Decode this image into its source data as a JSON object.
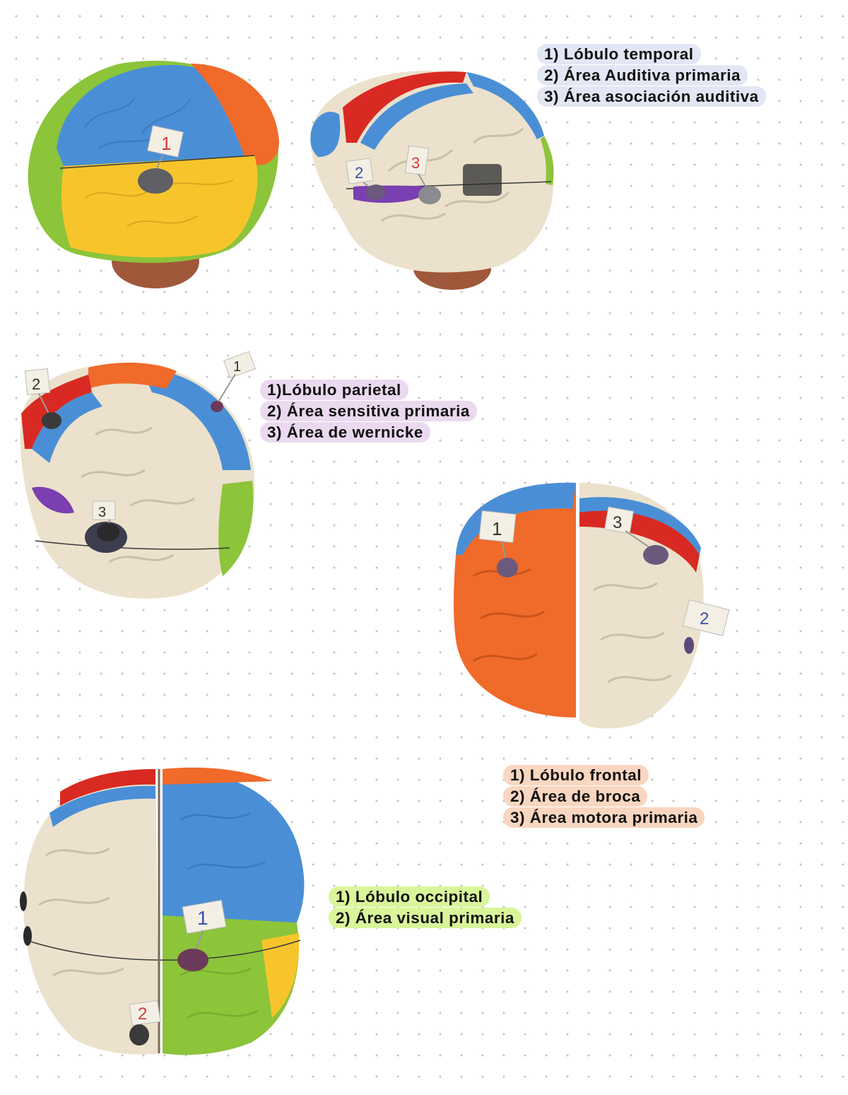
{
  "photos": [
    {
      "name": "brain-lateral-colored",
      "pins": [
        "1"
      ]
    },
    {
      "name": "brain-lateral-white",
      "pins": [
        "2",
        "3"
      ]
    },
    {
      "name": "brain-oblique-parietal",
      "pins": [
        "1",
        "2",
        "3"
      ]
    },
    {
      "name": "brain-frontal-view",
      "pins": [
        "1",
        "2",
        "3"
      ]
    },
    {
      "name": "brain-posterior-view",
      "pins": [
        "1",
        "2"
      ]
    }
  ],
  "temporal": {
    "items": [
      "1) Lóbulo temporal",
      "2) Área Auditiva primaria",
      "3) Área asociación auditiva"
    ],
    "highlight_color": "#e3e6f4"
  },
  "parietal": {
    "items": [
      "1)Lóbulo parietal",
      "2) Área sensitiva primaria",
      "3) Área de wernicke"
    ],
    "highlight_color": "#ead9ef"
  },
  "frontal": {
    "items": [
      "1) Lóbulo frontal",
      "2) Área de broca",
      "3) Área motora primaria"
    ],
    "highlight_color": "#f9d6bf"
  },
  "occipital": {
    "items": [
      "1) Lóbulo occipital",
      "2) Área visual primaria"
    ],
    "highlight_color": "#d9f59a"
  },
  "colors": {
    "frontal_lobe": "#f06a2a",
    "parietal_lobe": "#4a8fd6",
    "temporal_lobe": "#f7c52b",
    "occipital_lobe": "#8cc43a",
    "motor_strip": "#d82a22",
    "cortex_white": "#ece1cc",
    "pin_marker": "#6b5a7d",
    "brainstem": "#a0583a"
  }
}
